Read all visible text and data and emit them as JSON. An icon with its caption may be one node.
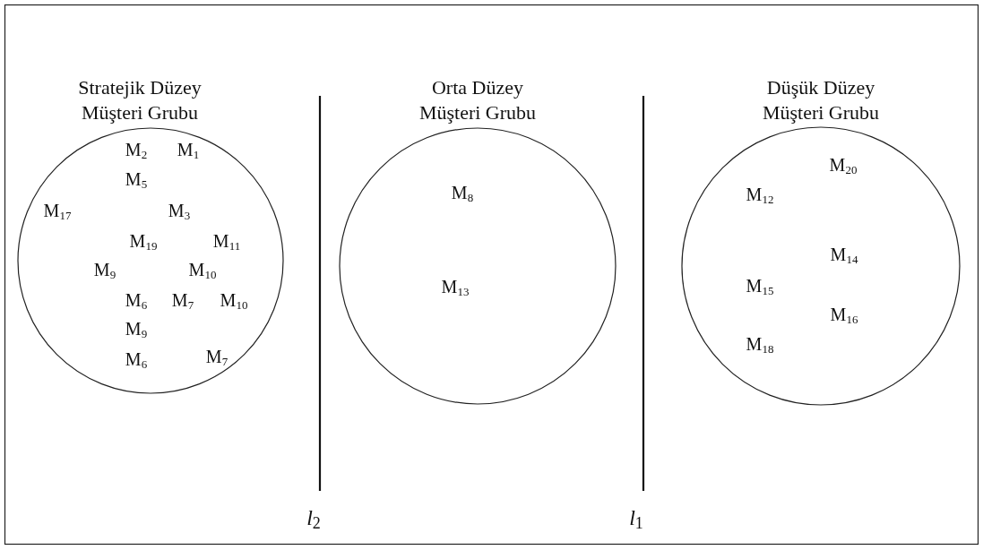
{
  "diagram": {
    "nodes": [
      {
        "text": [
          "Stratejik Düzey Müşteri Grubu",
          "M$_{2}$",
          "M$_{1}$",
          "M$_{5}$",
          "M$_{17}$",
          "M$_{3}$",
          "M$_{19}$",
          "M$_{11}$",
          "M$_{9}$",
          "M$_{10}$",
          "M$_{6}$",
          "M$_{7}$",
          "M$_{10}$",
          "M$_{9}$",
          "M$_{6}$",
          "M$_{7}$"
        ]
      },
      {
        "text": [
          "Orta Düzey Müşteri Grubu",
          "M$_{8}$",
          "M$_{13}$"
        ]
      },
      {
        "text": [
          "Düşük Düzey Müşteri Grubu",
          "M$_{20}$",
          "M$_{12}$",
          "M$_{14}$",
          "M$_{15}$",
          "M$_{16}$",
          "M$_{18}$"
        ]
      }
    ],
    "edges": [],
    "labels": [
      "*l*$_{2}$",
      "*l*$_{1}$"
    ]
  }
}
